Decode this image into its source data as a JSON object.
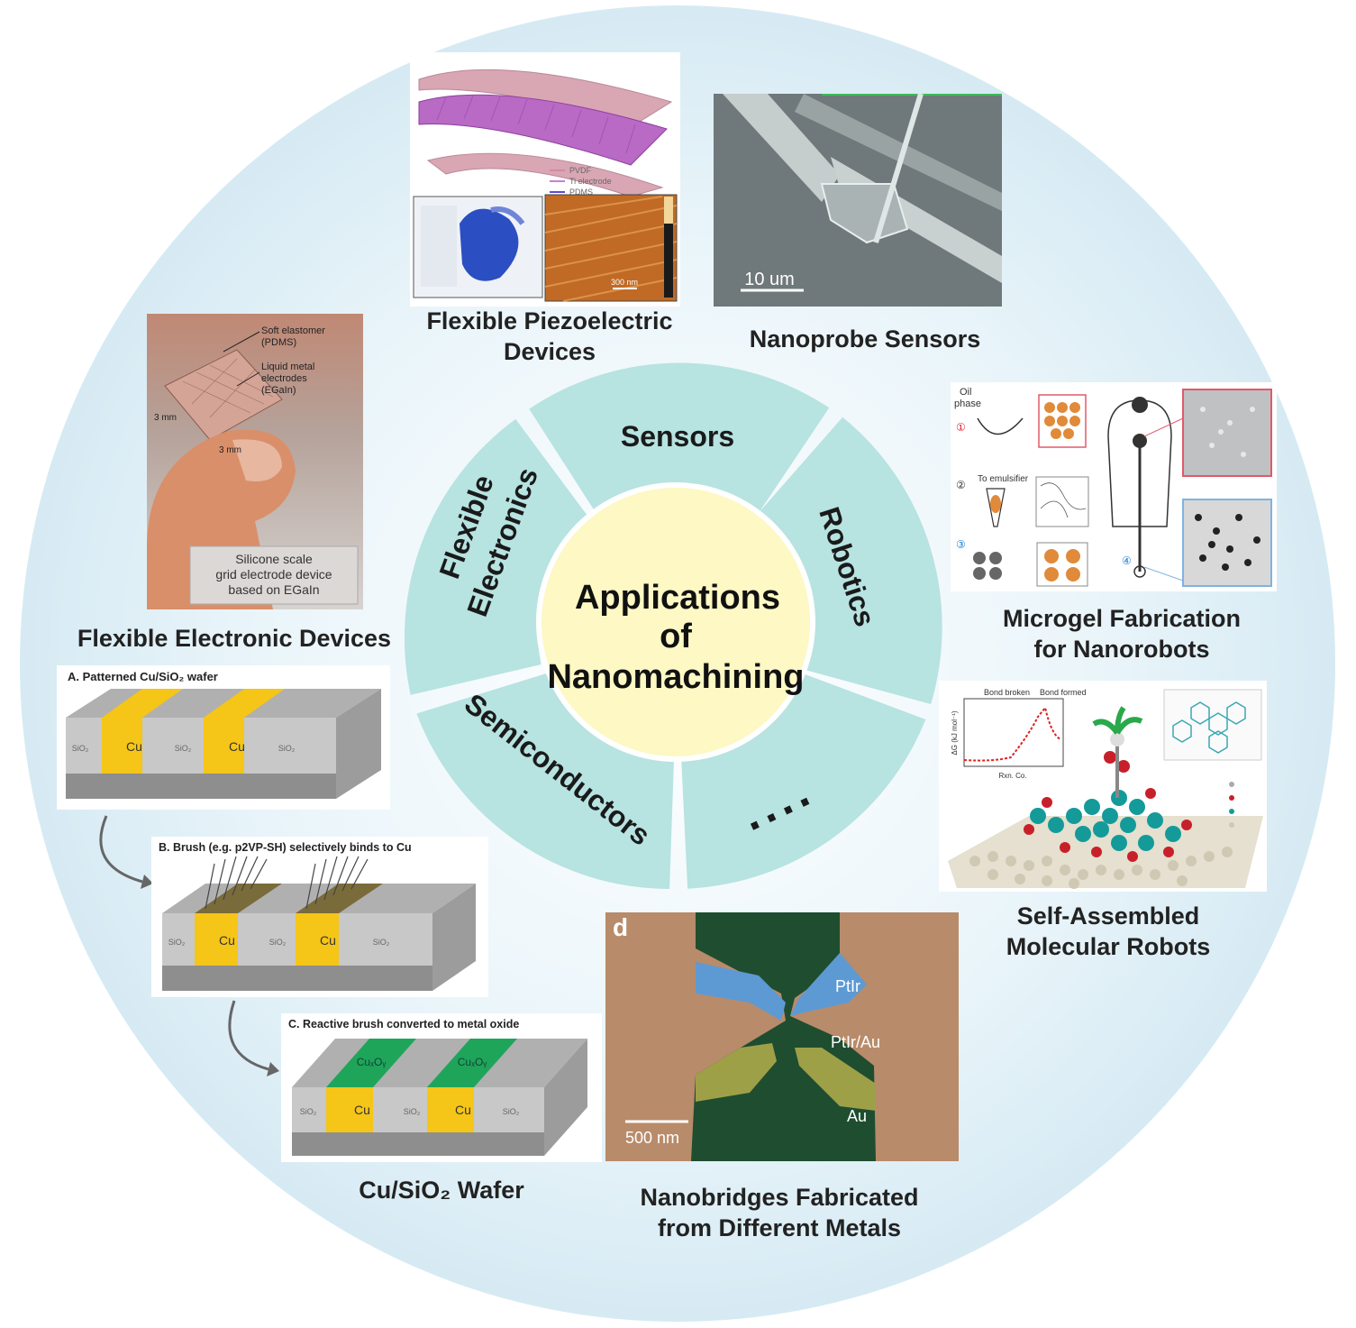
{
  "center": {
    "line1": "Applications",
    "line2": "of",
    "line3": "Nanomachining"
  },
  "sectors": {
    "sensors": "Sensors",
    "robotics": "Robotics",
    "ellipsis": "....",
    "semiconductors": "Semiconductors",
    "flexible_line1": "Flexible",
    "flexible_line2": "Electronics"
  },
  "captions": {
    "piezo_line1": "Flexible Piezoelectric",
    "piezo_line2": "Devices",
    "nanoprobe": "Nanoprobe Sensors",
    "flexible_devices": "Flexible Electronic Devices",
    "microgel_line1": "Microgel Fabrication",
    "microgel_line2": "for Nanorobots",
    "selfassembled_line1": "Self-Assembled",
    "selfassembled_line2": "Molecular Robots",
    "nanobridges_line1": "Nanobridges Fabricated",
    "nanobridges_line2": "from Different Metals",
    "wafer": "Cu/SiO₂ Wafer"
  },
  "piezo_panel": {
    "legend": [
      "PVDF",
      "Ti electrode",
      "PDMS"
    ],
    "scale": "300 nm"
  },
  "nanoprobe_panel": {
    "scale": "10 um"
  },
  "flex_device_panel": {
    "label_elastomer_1": "Soft elastomer",
    "label_elastomer_2": "(PDMS)",
    "label_metal_1": "Liquid metal",
    "label_metal_2": "electrodes",
    "label_metal_3": "(EGaIn)",
    "dim_a": "3 mm",
    "dim_b": "3 mm",
    "box_line1": "Silicone scale",
    "box_line2": "grid electrode device",
    "box_line3": "based on EGaIn"
  },
  "microgel_panel": {
    "oil_phase_1": "Oil",
    "oil_phase_2": "phase",
    "to_emulsifier": "To emulsifier",
    "markers": [
      "①",
      "②",
      "③",
      "④"
    ]
  },
  "molecular_panel": {
    "bond_broken": "Bond broken",
    "bond_formed": "Bond formed",
    "xlabel": "Rxn. Co.",
    "ylabel": "ΔG (kJ mol⁻¹)"
  },
  "wafer_panel": {
    "step_a": "A. Patterned Cu/SiO₂ wafer",
    "step_b": "B. Brush (e.g. p2VP-SH) selectively binds to Cu",
    "step_c": "C. Reactive brush converted to metal oxide",
    "cu": "Cu",
    "sio2": "SiO₂",
    "oxide": "CuₓOᵧ"
  },
  "nanobridge_panel": {
    "letter": "d",
    "ptir": "PtIr",
    "ptir_au": "PtIr/Au",
    "au": "Au",
    "scale": "500 nm"
  },
  "colors": {
    "sector_fill": "#b7e3e1",
    "center_fill": "#fdf8c4",
    "background_circle": "#cfe6f1",
    "cu": "#f5c518",
    "oxide": "#1fa55a"
  }
}
